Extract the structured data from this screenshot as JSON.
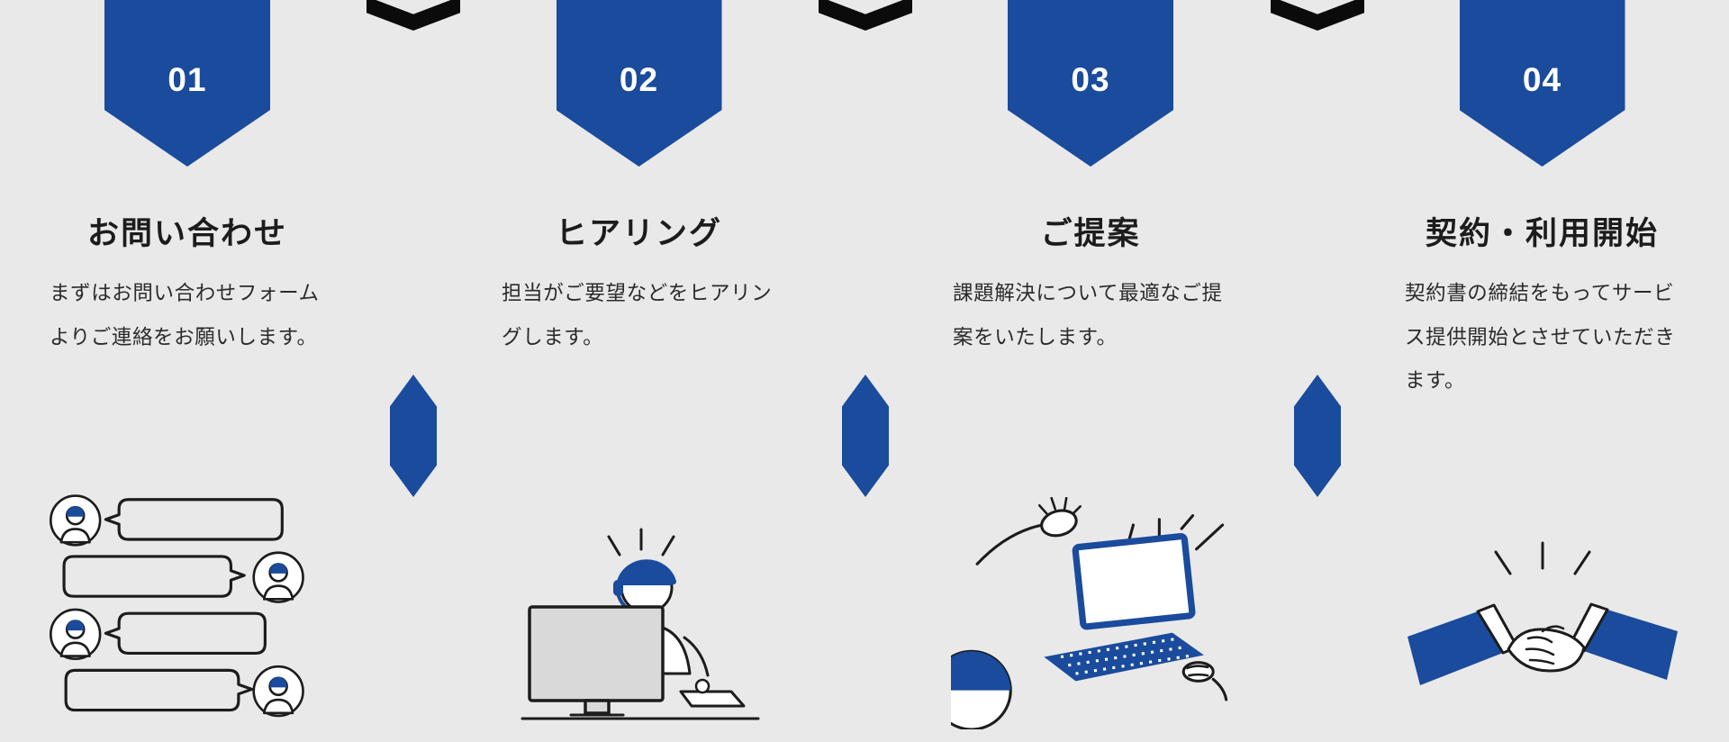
{
  "colors": {
    "primary_blue": "#1A4B9C",
    "background": "#E9E9E9",
    "ink": "#1C1C1C"
  },
  "icons": {
    "top_divider": "chevron-down-icon",
    "step_connector": "hexagon-arrow-icon",
    "step_illustrations": [
      "chat-conversation",
      "support-operator",
      "laptop-presentation",
      "handshake"
    ]
  },
  "steps": [
    {
      "number": "01",
      "title": "お問い合わせ",
      "description": "まずはお問い合わせフォームよりご連絡をお願いします。"
    },
    {
      "number": "02",
      "title": "ヒアリング",
      "description": "担当がご要望などをヒアリングします。"
    },
    {
      "number": "03",
      "title": "ご提案",
      "description": "課題解決について最適なご提案をいたします。"
    },
    {
      "number": "04",
      "title": "契約・利用開始",
      "description": "契約書の締結をもってサービス提供開始とさせていただきます。"
    }
  ]
}
